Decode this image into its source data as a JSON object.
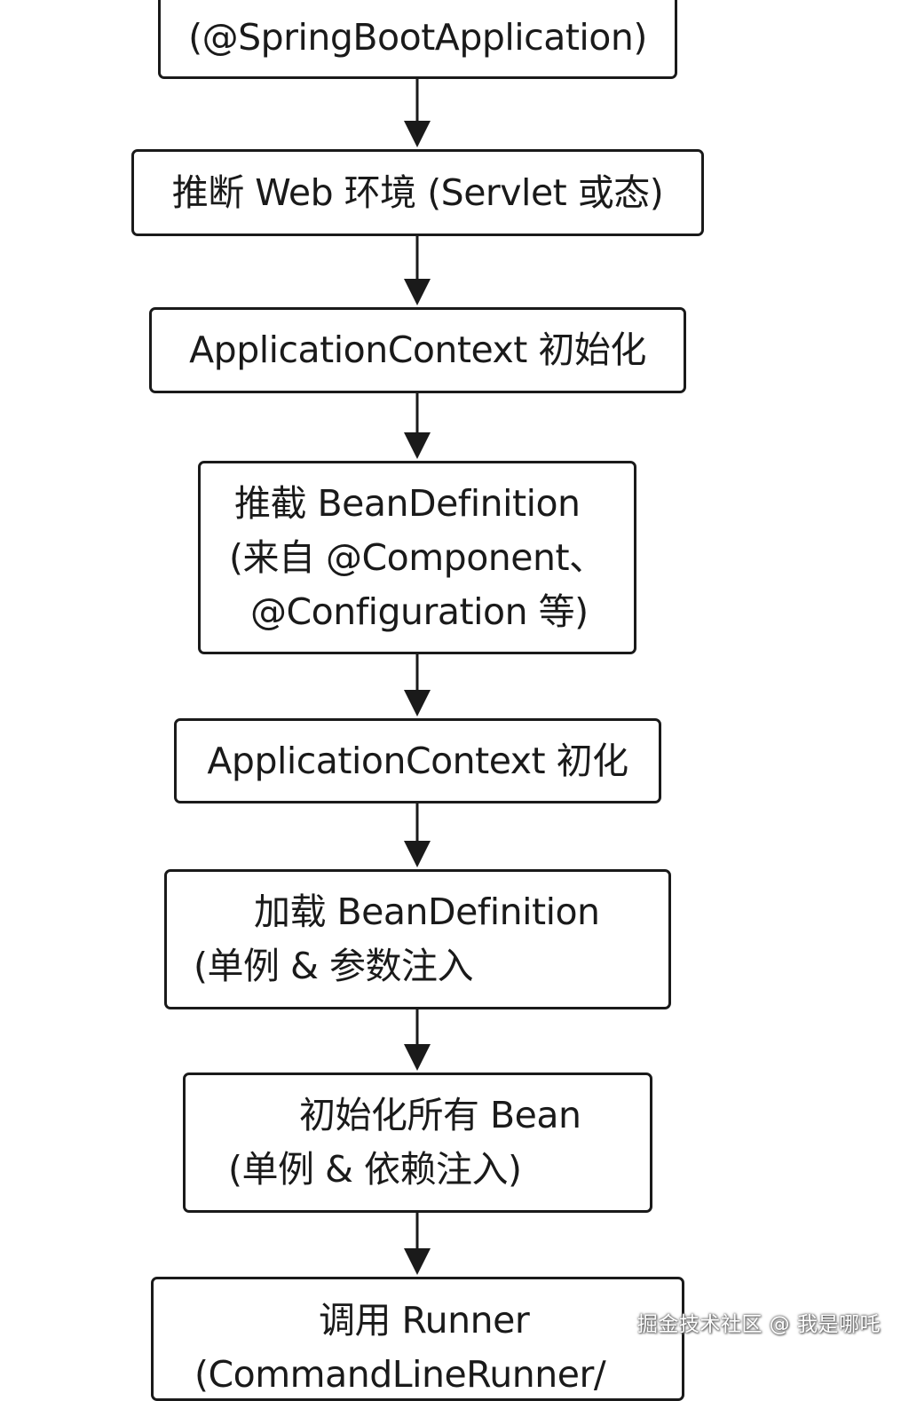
{
  "flowchart": {
    "steps": [
      {
        "lines": [
          "(@SpringBootApplication)"
        ]
      },
      {
        "lines": [
          "推断 Web 环境 (Servlet 或态)"
        ]
      },
      {
        "lines": [
          "ApplicationContext 初始化"
        ]
      },
      {
        "lines": [
          "推截 BeanDefinition",
          "(来自 @Component、",
          "@Configuration 等)"
        ]
      },
      {
        "lines": [
          "ApplicationContext 初化"
        ]
      },
      {
        "lines": [
          "加载 BeanDefinition",
          "(单例 & 参数注入"
        ]
      },
      {
        "lines": [
          "初始化所有 Bean",
          "(单例 & 依赖注入)"
        ]
      },
      {
        "lines": [
          "调用 Runner",
          "(CommandLineRunner/"
        ]
      }
    ]
  },
  "watermark": "掘金技术社区 @ 我是哪吒",
  "colors": {
    "stroke": "#1a1a1a",
    "background": "#ffffff"
  }
}
